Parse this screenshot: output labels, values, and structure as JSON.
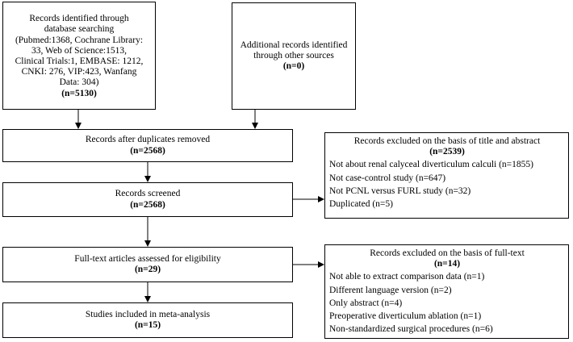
{
  "identification": {
    "lines": [
      "Records  identified through",
      "database searching",
      "(Pubmed:1368, Cochrane Library:",
      "33, Web of Science:1513,",
      "Clinical Trials:1, EMBASE: 1212,",
      "CNKI: 276, VIP:423, Wanfang",
      "Data: 304)"
    ],
    "count": "(n=5130)"
  },
  "additional": {
    "lines": [
      "Additional records identified",
      "through other sources"
    ],
    "count": "(n=0)"
  },
  "duplicates": {
    "label": "Records after duplicates removed",
    "count": "(n=2568)"
  },
  "screened": {
    "label": "Records screened",
    "count": "(n=2568)"
  },
  "fulltext": {
    "label": "Full-text articles assessed for eligibility",
    "count": "(n=29)"
  },
  "included": {
    "label": "Studies included in meta-analysis",
    "count": "(n=15)"
  },
  "excluded_title": {
    "heading": "Records excluded on the basis of title and abstract",
    "count": "(n=2539)",
    "items": [
      "Not about renal calyceal diverticulum calculi (n=1855)",
      "Not case-control study (n=647)",
      "Not PCNL versus FURL study (n=32)",
      "Duplicated (n=5)"
    ]
  },
  "excluded_fulltext": {
    "heading": "Records excluded on the basis of full-text",
    "count": "(n=14)",
    "items": [
      "Not able to extract comparison data (n=1)",
      "Different language version (n=2)",
      "Only abstract (n=4)",
      "Preoperative diverticulum ablation (n=1)",
      "Non-standardized surgical procedures (n=6)"
    ]
  }
}
